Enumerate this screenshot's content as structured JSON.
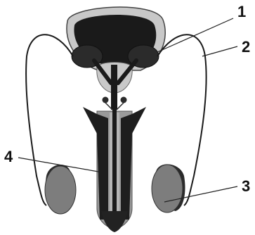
{
  "diagram": {
    "labels": [
      {
        "id": "1",
        "text": "1"
      },
      {
        "id": "2",
        "text": "2"
      },
      {
        "id": "3",
        "text": "3"
      },
      {
        "id": "4",
        "text": "4"
      }
    ]
  },
  "colors": {
    "dark": "#1a1a1a",
    "mid_gray": "#8a8a8a",
    "light_gray": "#cfcfcf",
    "testis_gray": "#7d7d7d",
    "line": "#222222"
  }
}
